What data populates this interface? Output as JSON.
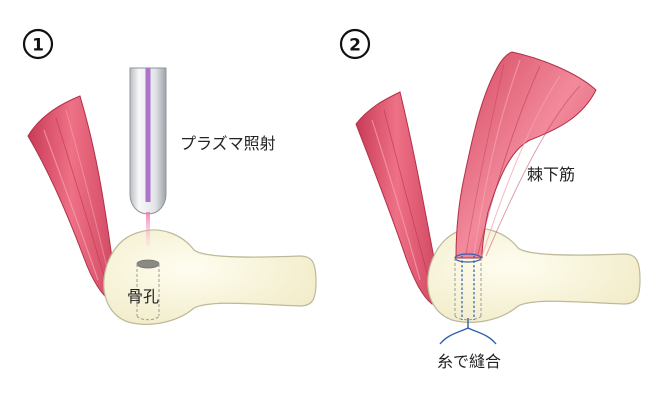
{
  "steps": [
    {
      "number": "1",
      "callouts": {
        "plasma": "プラズマ照射",
        "bone_hole": "骨孔"
      }
    },
    {
      "number": "2",
      "callouts": {
        "muscle": "棘下筋",
        "suture": "糸で縫合"
      }
    }
  ],
  "colors": {
    "muscle": "#e0566e",
    "muscle_light": "#f08a9b",
    "bone": "#f8f4d6",
    "bone_outline": "#bdb99a",
    "plasma": "#ad74c9",
    "plasma_beam": "#f5a6c9",
    "suture": "#2f5fae",
    "tube": "#eceef0"
  }
}
